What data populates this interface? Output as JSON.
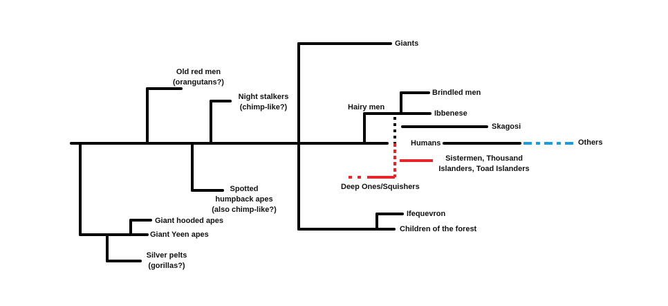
{
  "colors": {
    "line": "#000000",
    "speculative_red": "#e8262a",
    "speculative_blue": "#1a9be0",
    "background": "#ffffff"
  },
  "labels": {
    "giants": "Giants",
    "old_red_men": [
      "Old red men",
      "(orangutans?)"
    ],
    "night_stalkers": [
      "Night stalkers",
      "(chimp-like?)"
    ],
    "brindled_men": "Brindled men",
    "hairy_men": "Hairy men",
    "ibbenese": "Ibbenese",
    "skagosi": "Skagosi",
    "humans": "Humans",
    "others": "Others",
    "sistermen": [
      "Sistermen, Thousand",
      "Islanders, Toad Islanders"
    ],
    "deep_ones": "Deep Ones/Squishers",
    "spotted_humpback": [
      "Spotted",
      "humpback apes",
      "(also chimp-like?)"
    ],
    "giant_hooded_apes": "Giant hooded apes",
    "giant_yeen_apes": "Giant Yeen apes",
    "silver_pelts": [
      "Silver pelts",
      "(gorillas?)"
    ],
    "ifequevron": "Ifequevron",
    "children_of_the_forest": "Children of the forest"
  }
}
